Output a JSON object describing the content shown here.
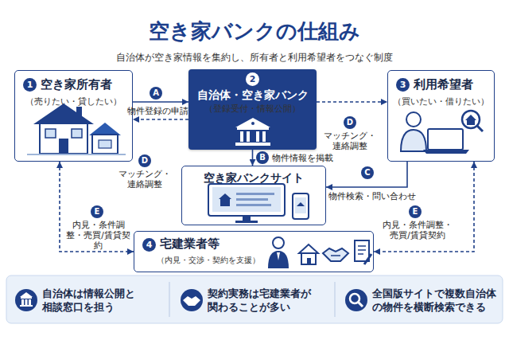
{
  "diagram": {
    "title": "空き家バンクの仕組み",
    "nodes": [
      {
        "text": [
          "1",
          "空き家所有者",
          "（売りたい・貸したい）"
        ]
      },
      {
        "text": [
          "2",
          "自治体・空き家バンク",
          "（登録受付・情報公開）"
        ]
      },
      {
        "text": [
          "3",
          "利用希望者",
          "（買いたい・借りたい）"
        ]
      },
      {
        "text": [
          "空き家バンクサイト"
        ]
      },
      {
        "text": [
          "4",
          "宅建業者等",
          "（内見・交渉・契約を支援）"
        ]
      },
      {
        "text": [
          "自治体は情報公開と相談窓口を担う"
        ]
      },
      {
        "text": [
          "契約実務は宅建業者が関わることが多い"
        ]
      },
      {
        "text": [
          "全国版サイトで複数自治体の物件を横断検索できる"
        ]
      }
    ],
    "edges": [
      {
        "from": 0,
        "to": 1,
        "arrow": "to",
        "label": "物件登録の申請"
      },
      {
        "from": 1,
        "to": 0,
        "arrow": "to",
        "label": "マッチング・連絡調整"
      },
      {
        "from": 1,
        "to": 2,
        "arrow": "to",
        "label": "マッチング・連絡調整"
      },
      {
        "from": 1,
        "to": 3,
        "arrow": "to",
        "label": "物件情報を掲載"
      },
      {
        "from": 2,
        "to": 3,
        "arrow": "to",
        "label": "物件検索・問い合わせ"
      },
      {
        "from": 0,
        "to": 4,
        "arrow": "both",
        "label": "内見・条件調整・売買/賃貸契約"
      },
      {
        "from": 2,
        "to": 4,
        "arrow": "both",
        "label": "内見・条件調整・売買/賃貸契約"
      }
    ],
    "labels": [
      "自治体が空き家情報を集約し、所有者と利用希望者をつなぐ制度",
      "A",
      "B",
      "C",
      "D",
      "D",
      "E",
      "E"
    ]
  }
}
